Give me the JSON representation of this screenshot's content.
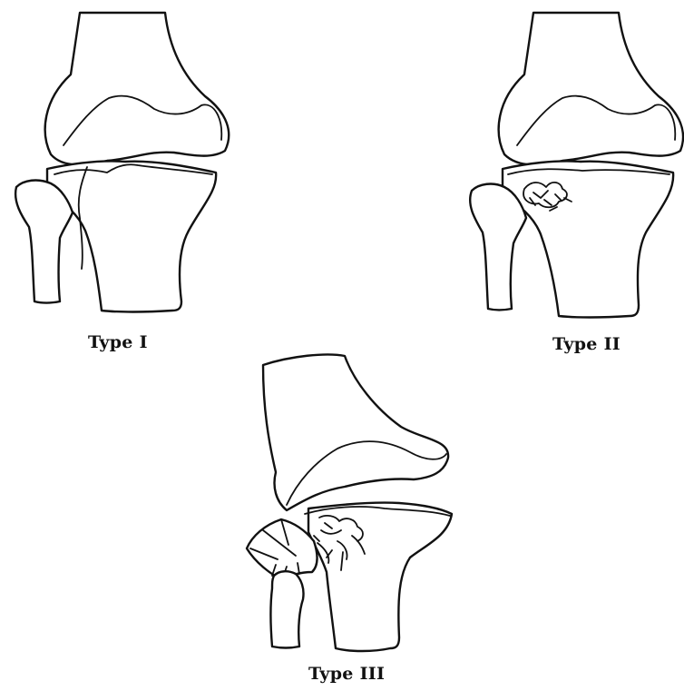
{
  "labels": {
    "type1": "Type I",
    "type2": "Type II",
    "type3": "Type III"
  },
  "colors": {
    "ink": "#111111",
    "background": "#ffffff"
  }
}
